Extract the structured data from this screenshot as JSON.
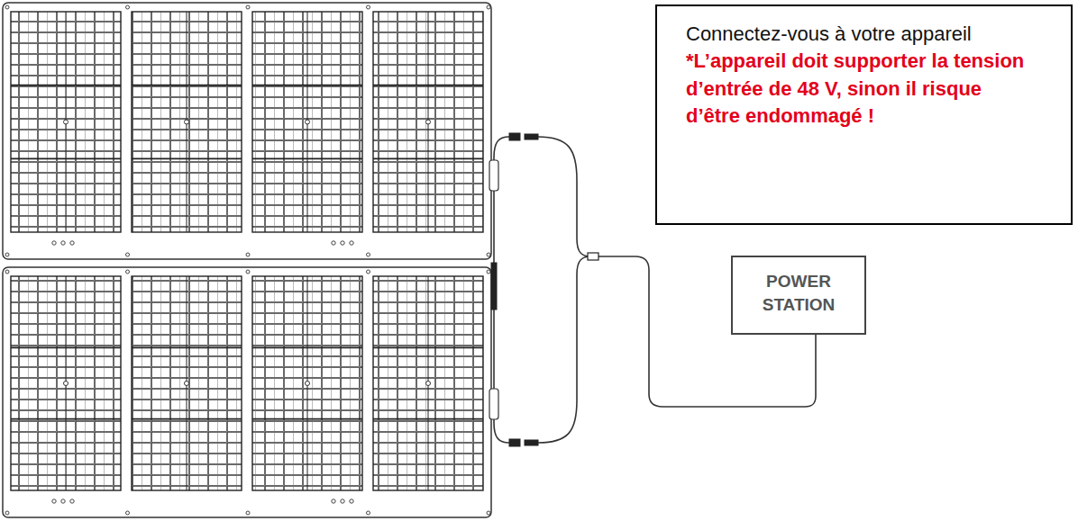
{
  "diagram": {
    "nodes": [
      {
        "text": [
          "Connectez-vous à votre appareil",
          "*L’appareil doit supporter la tension d’entrée de 48 V, sinon il risque d’être endommagé !"
        ]
      },
      {
        "text": [
          "POWER STATION"
        ]
      }
    ]
  }
}
